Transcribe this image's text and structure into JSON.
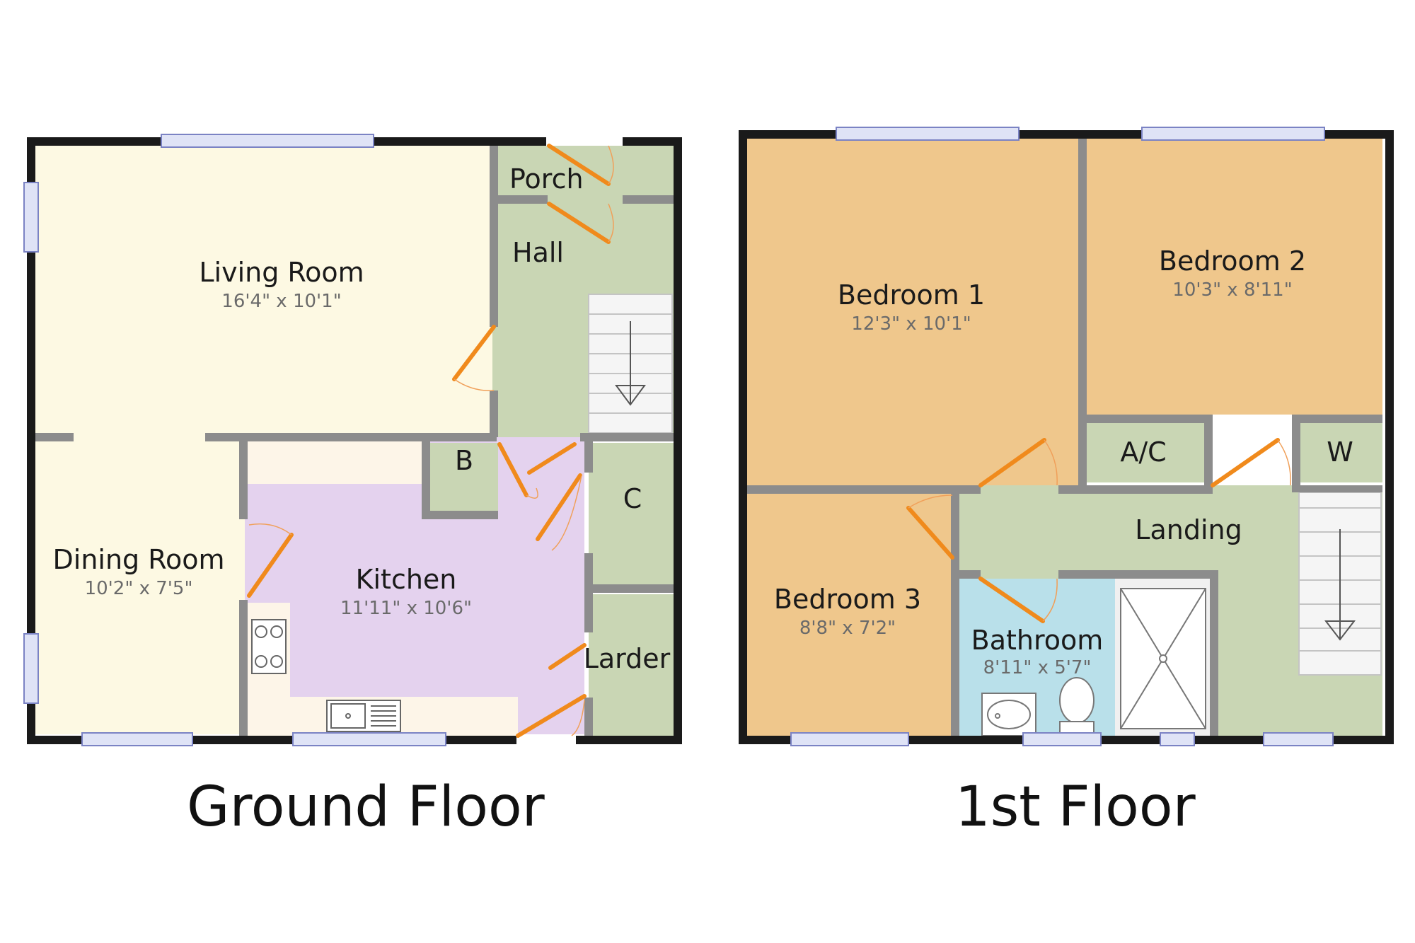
{
  "floors": {
    "ground": {
      "title": "Ground Floor",
      "rooms": {
        "living_room": {
          "name": "Living Room",
          "dims": "16'4\" x 10'1\""
        },
        "dining_room": {
          "name": "Dining Room",
          "dims": "10'2\" x 7'5\""
        },
        "kitchen": {
          "name": "Kitchen",
          "dims": "11'11\" x 10'6\""
        },
        "porch": {
          "name": "Porch"
        },
        "hall": {
          "name": "Hall"
        },
        "cupboard_b": {
          "name": "B"
        },
        "cupboard_c": {
          "name": "C"
        },
        "larder": {
          "name": "Larder"
        }
      }
    },
    "first": {
      "title": "1st Floor",
      "rooms": {
        "bedroom_1": {
          "name": "Bedroom 1",
          "dims": "12'3\" x 10'1\""
        },
        "bedroom_2": {
          "name": "Bedroom 2",
          "dims": "10'3\" x 8'11\""
        },
        "bedroom_3": {
          "name": "Bedroom 3",
          "dims": "8'8\" x 7'2\""
        },
        "bathroom": {
          "name": "Bathroom",
          "dims": "8'11\" x 5'7\""
        },
        "landing": {
          "name": "Landing"
        },
        "airing_cupboard": {
          "name": "A/C"
        },
        "wardrobe": {
          "name": "W"
        }
      }
    }
  },
  "colors": {
    "wall": "#1a1a1a",
    "inner_wall": "#8c8c8c",
    "living": "#fdf9e3",
    "hall": "#c9d6b4",
    "kitchen": "#e4d2ee",
    "bedroom": "#efc78c",
    "bathroom": "#b9e0ea",
    "door": "#f08a1c",
    "window": "#dfe3f6"
  }
}
